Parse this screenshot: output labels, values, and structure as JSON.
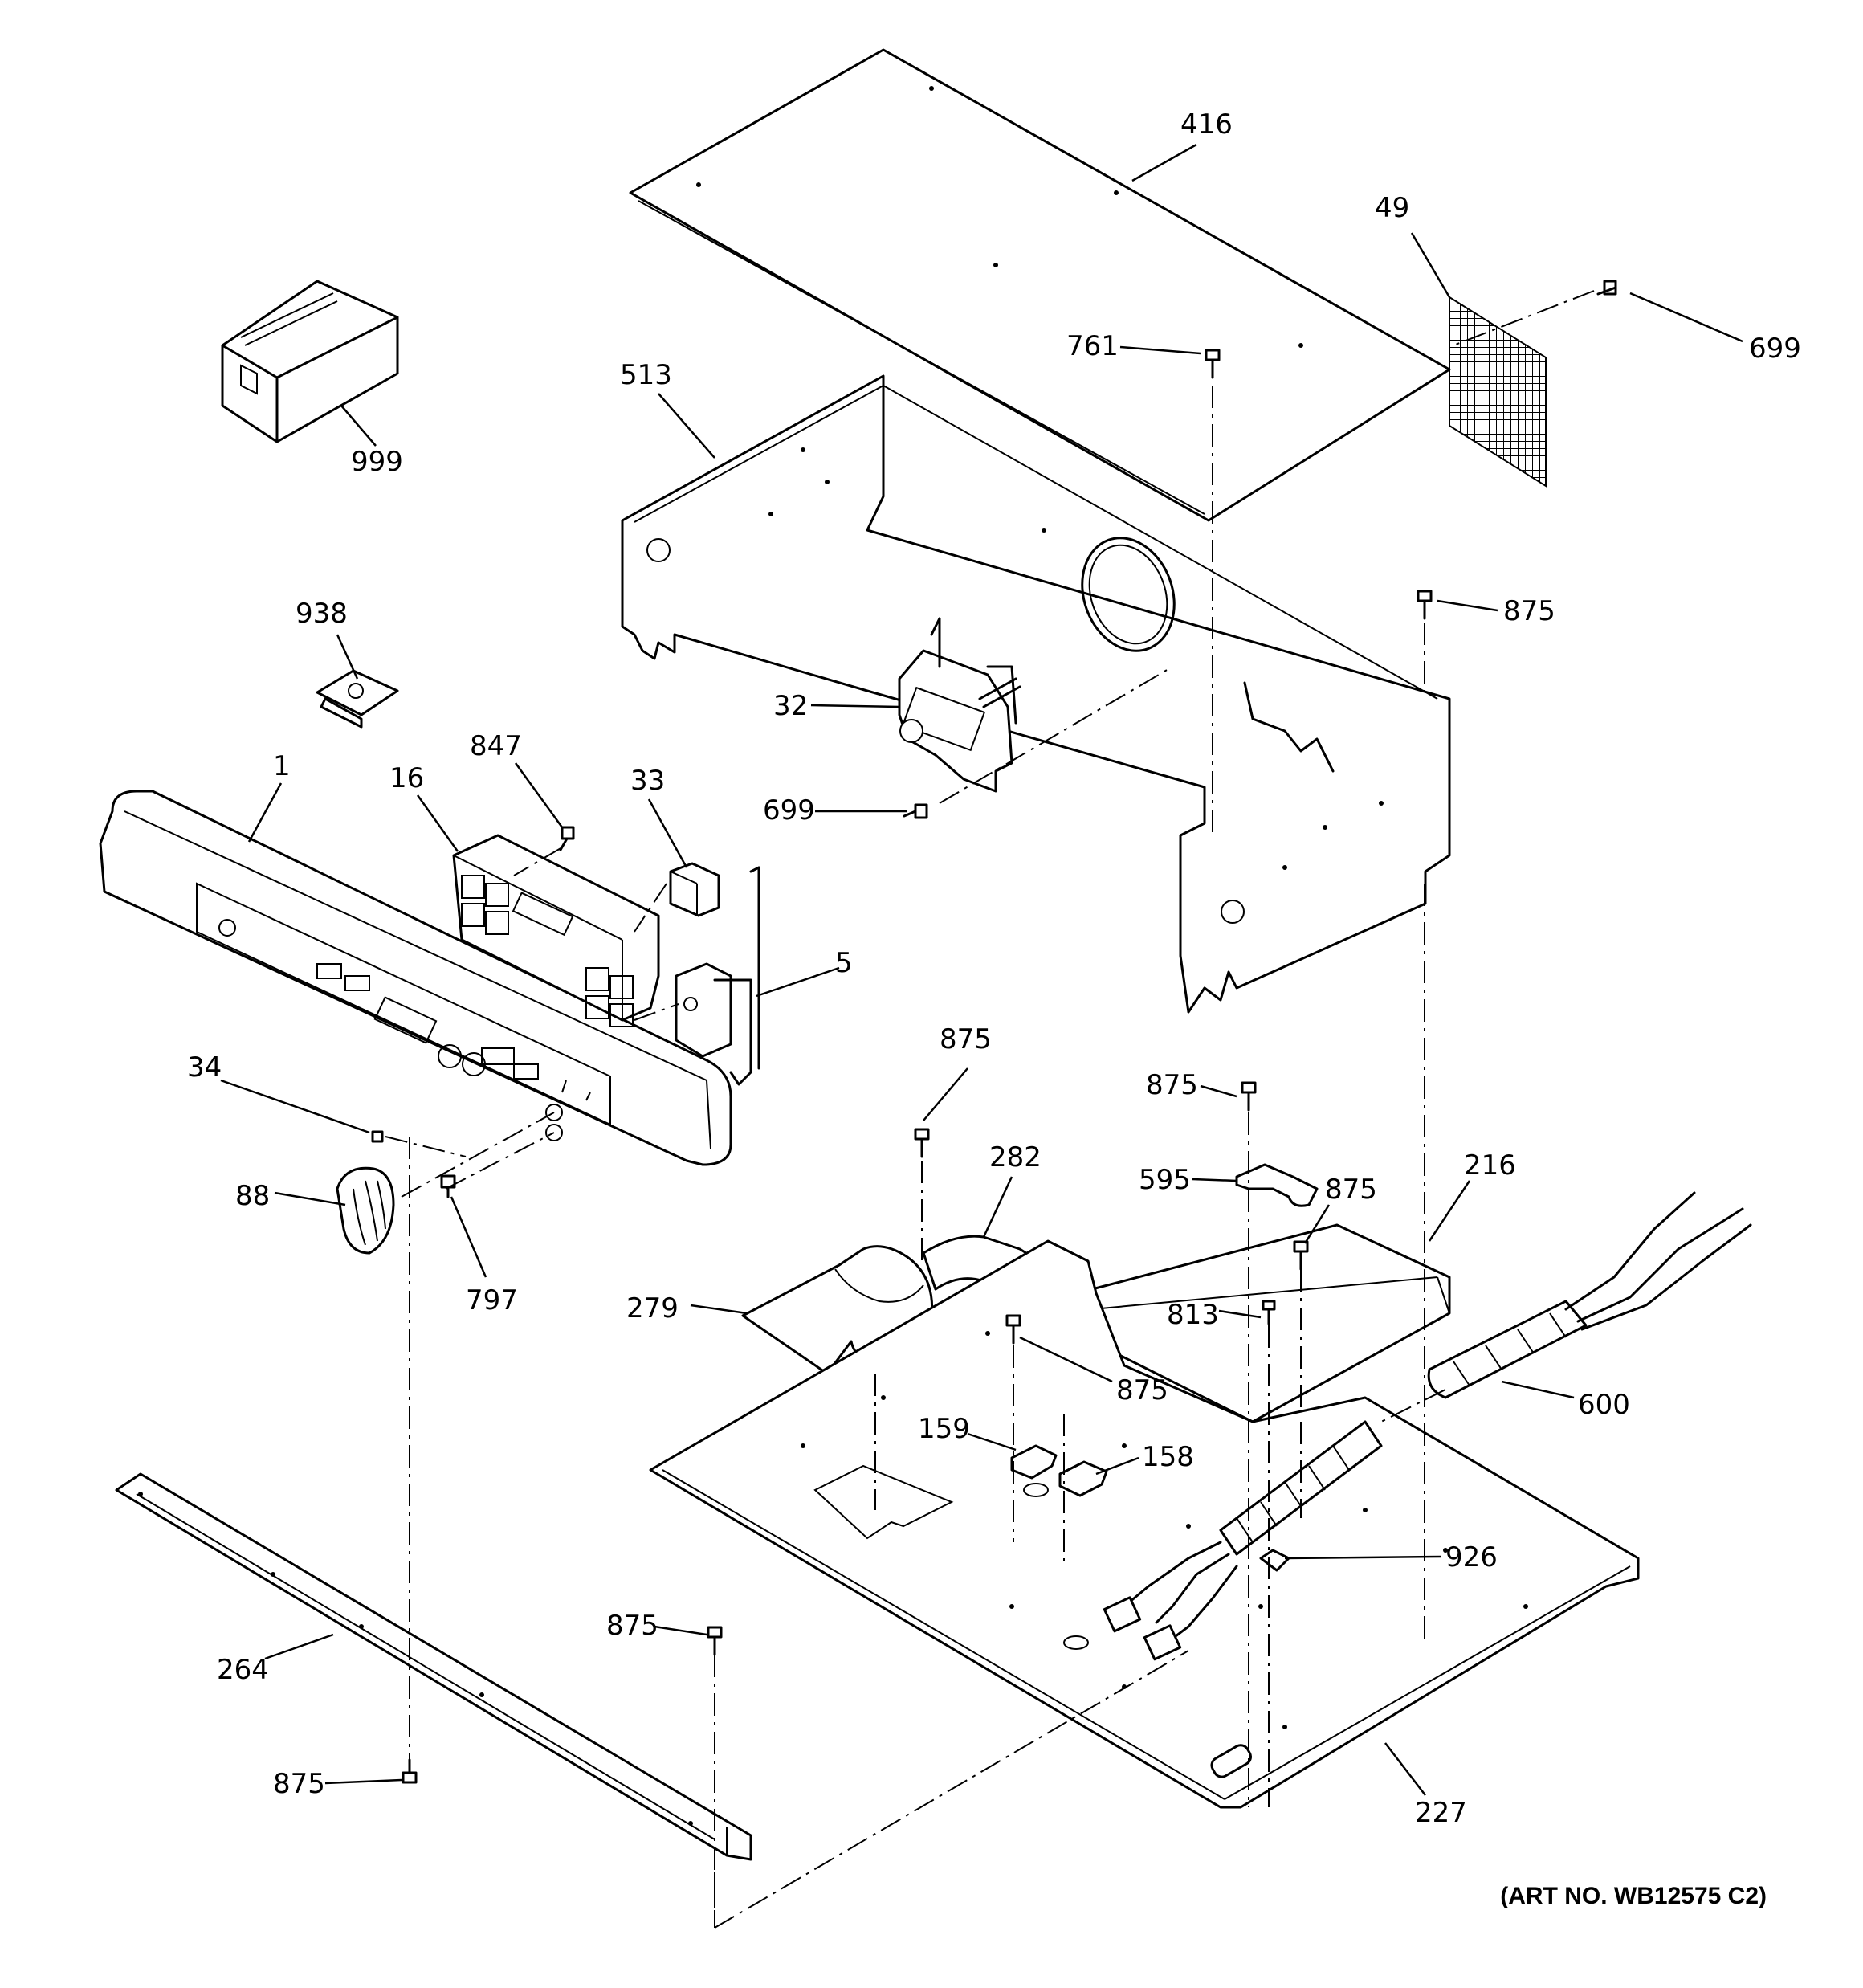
{
  "callouts": [
    {
      "id": "416",
      "text": "416"
    },
    {
      "id": "49",
      "text": "49"
    },
    {
      "id": "699a",
      "text": "699"
    },
    {
      "id": "761",
      "text": "761"
    },
    {
      "id": "513",
      "text": "513"
    },
    {
      "id": "999",
      "text": "999"
    },
    {
      "id": "938",
      "text": "938"
    },
    {
      "id": "875a",
      "text": "875"
    },
    {
      "id": "32",
      "text": "32"
    },
    {
      "id": "699b",
      "text": "699"
    },
    {
      "id": "847",
      "text": "847"
    },
    {
      "id": "1",
      "text": "1"
    },
    {
      "id": "16",
      "text": "16"
    },
    {
      "id": "33",
      "text": "33"
    },
    {
      "id": "5",
      "text": "5"
    },
    {
      "id": "34",
      "text": "34"
    },
    {
      "id": "88",
      "text": "88"
    },
    {
      "id": "797",
      "text": "797"
    },
    {
      "id": "875b",
      "text": "875"
    },
    {
      "id": "282",
      "text": "282"
    },
    {
      "id": "875c",
      "text": "875"
    },
    {
      "id": "595",
      "text": "595"
    },
    {
      "id": "216",
      "text": "216"
    },
    {
      "id": "875d",
      "text": "875"
    },
    {
      "id": "279",
      "text": "279"
    },
    {
      "id": "813",
      "text": "813"
    },
    {
      "id": "875e",
      "text": "875"
    },
    {
      "id": "600",
      "text": "600"
    },
    {
      "id": "159",
      "text": "159"
    },
    {
      "id": "158",
      "text": "158"
    },
    {
      "id": "926",
      "text": "926"
    },
    {
      "id": "875f",
      "text": "875"
    },
    {
      "id": "264",
      "text": "264"
    },
    {
      "id": "875g",
      "text": "875"
    },
    {
      "id": "227",
      "text": "227"
    }
  ],
  "art_number": "(ART NO. WB12575 C2)"
}
